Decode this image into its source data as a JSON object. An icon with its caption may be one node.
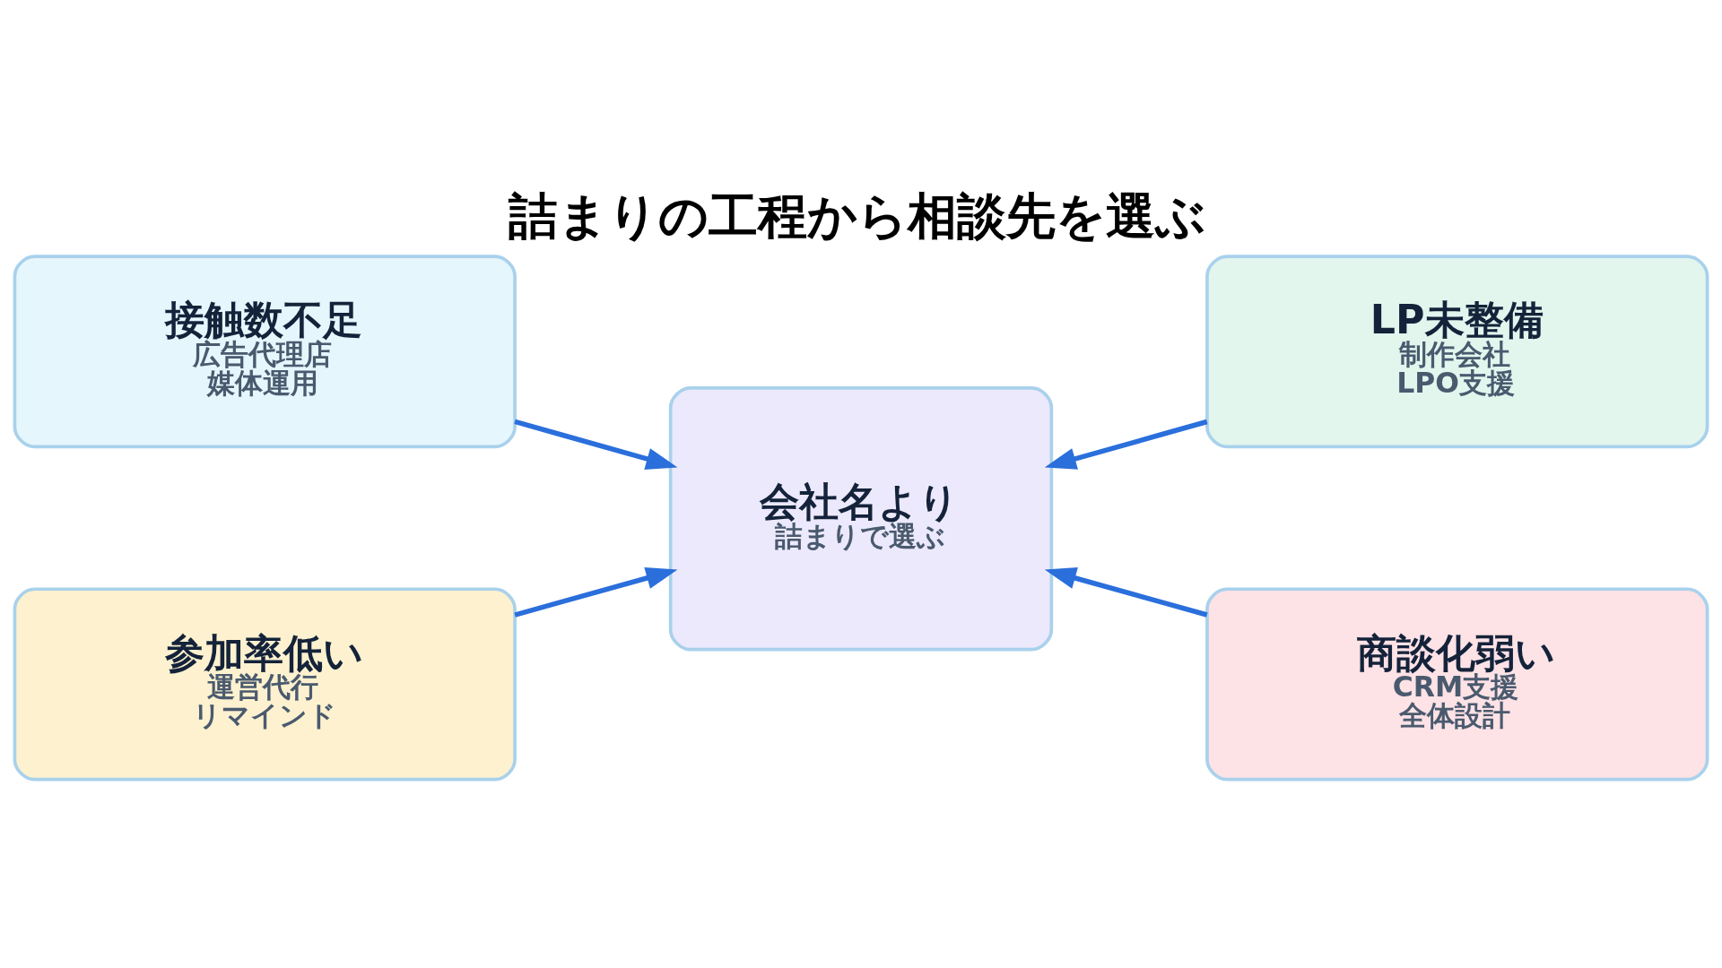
{
  "diagram": {
    "title": "詰まりの工程から相談先を選ぶ",
    "nodes": [
      {
        "text": [
          "接触数不足",
          "広告代理店",
          "媒体運用"
        ]
      },
      {
        "text": [
          "LP未整備",
          "制作会社",
          "LPO支援"
        ]
      },
      {
        "text": [
          "会社名より",
          "詰まりで選ぶ"
        ]
      },
      {
        "text": [
          "参加率低い",
          "運営代行",
          "リマインド"
        ]
      },
      {
        "text": [
          "商談化弱い",
          "CRM支援",
          "全体設計"
        ]
      }
    ],
    "edges": [
      {
        "from": 0,
        "to": 2,
        "arrow": "to"
      },
      {
        "from": 1,
        "to": 2,
        "arrow": "to"
      },
      {
        "from": 3,
        "to": 2,
        "arrow": "to"
      },
      {
        "from": 4,
        "to": 2,
        "arrow": "to"
      }
    ]
  }
}
